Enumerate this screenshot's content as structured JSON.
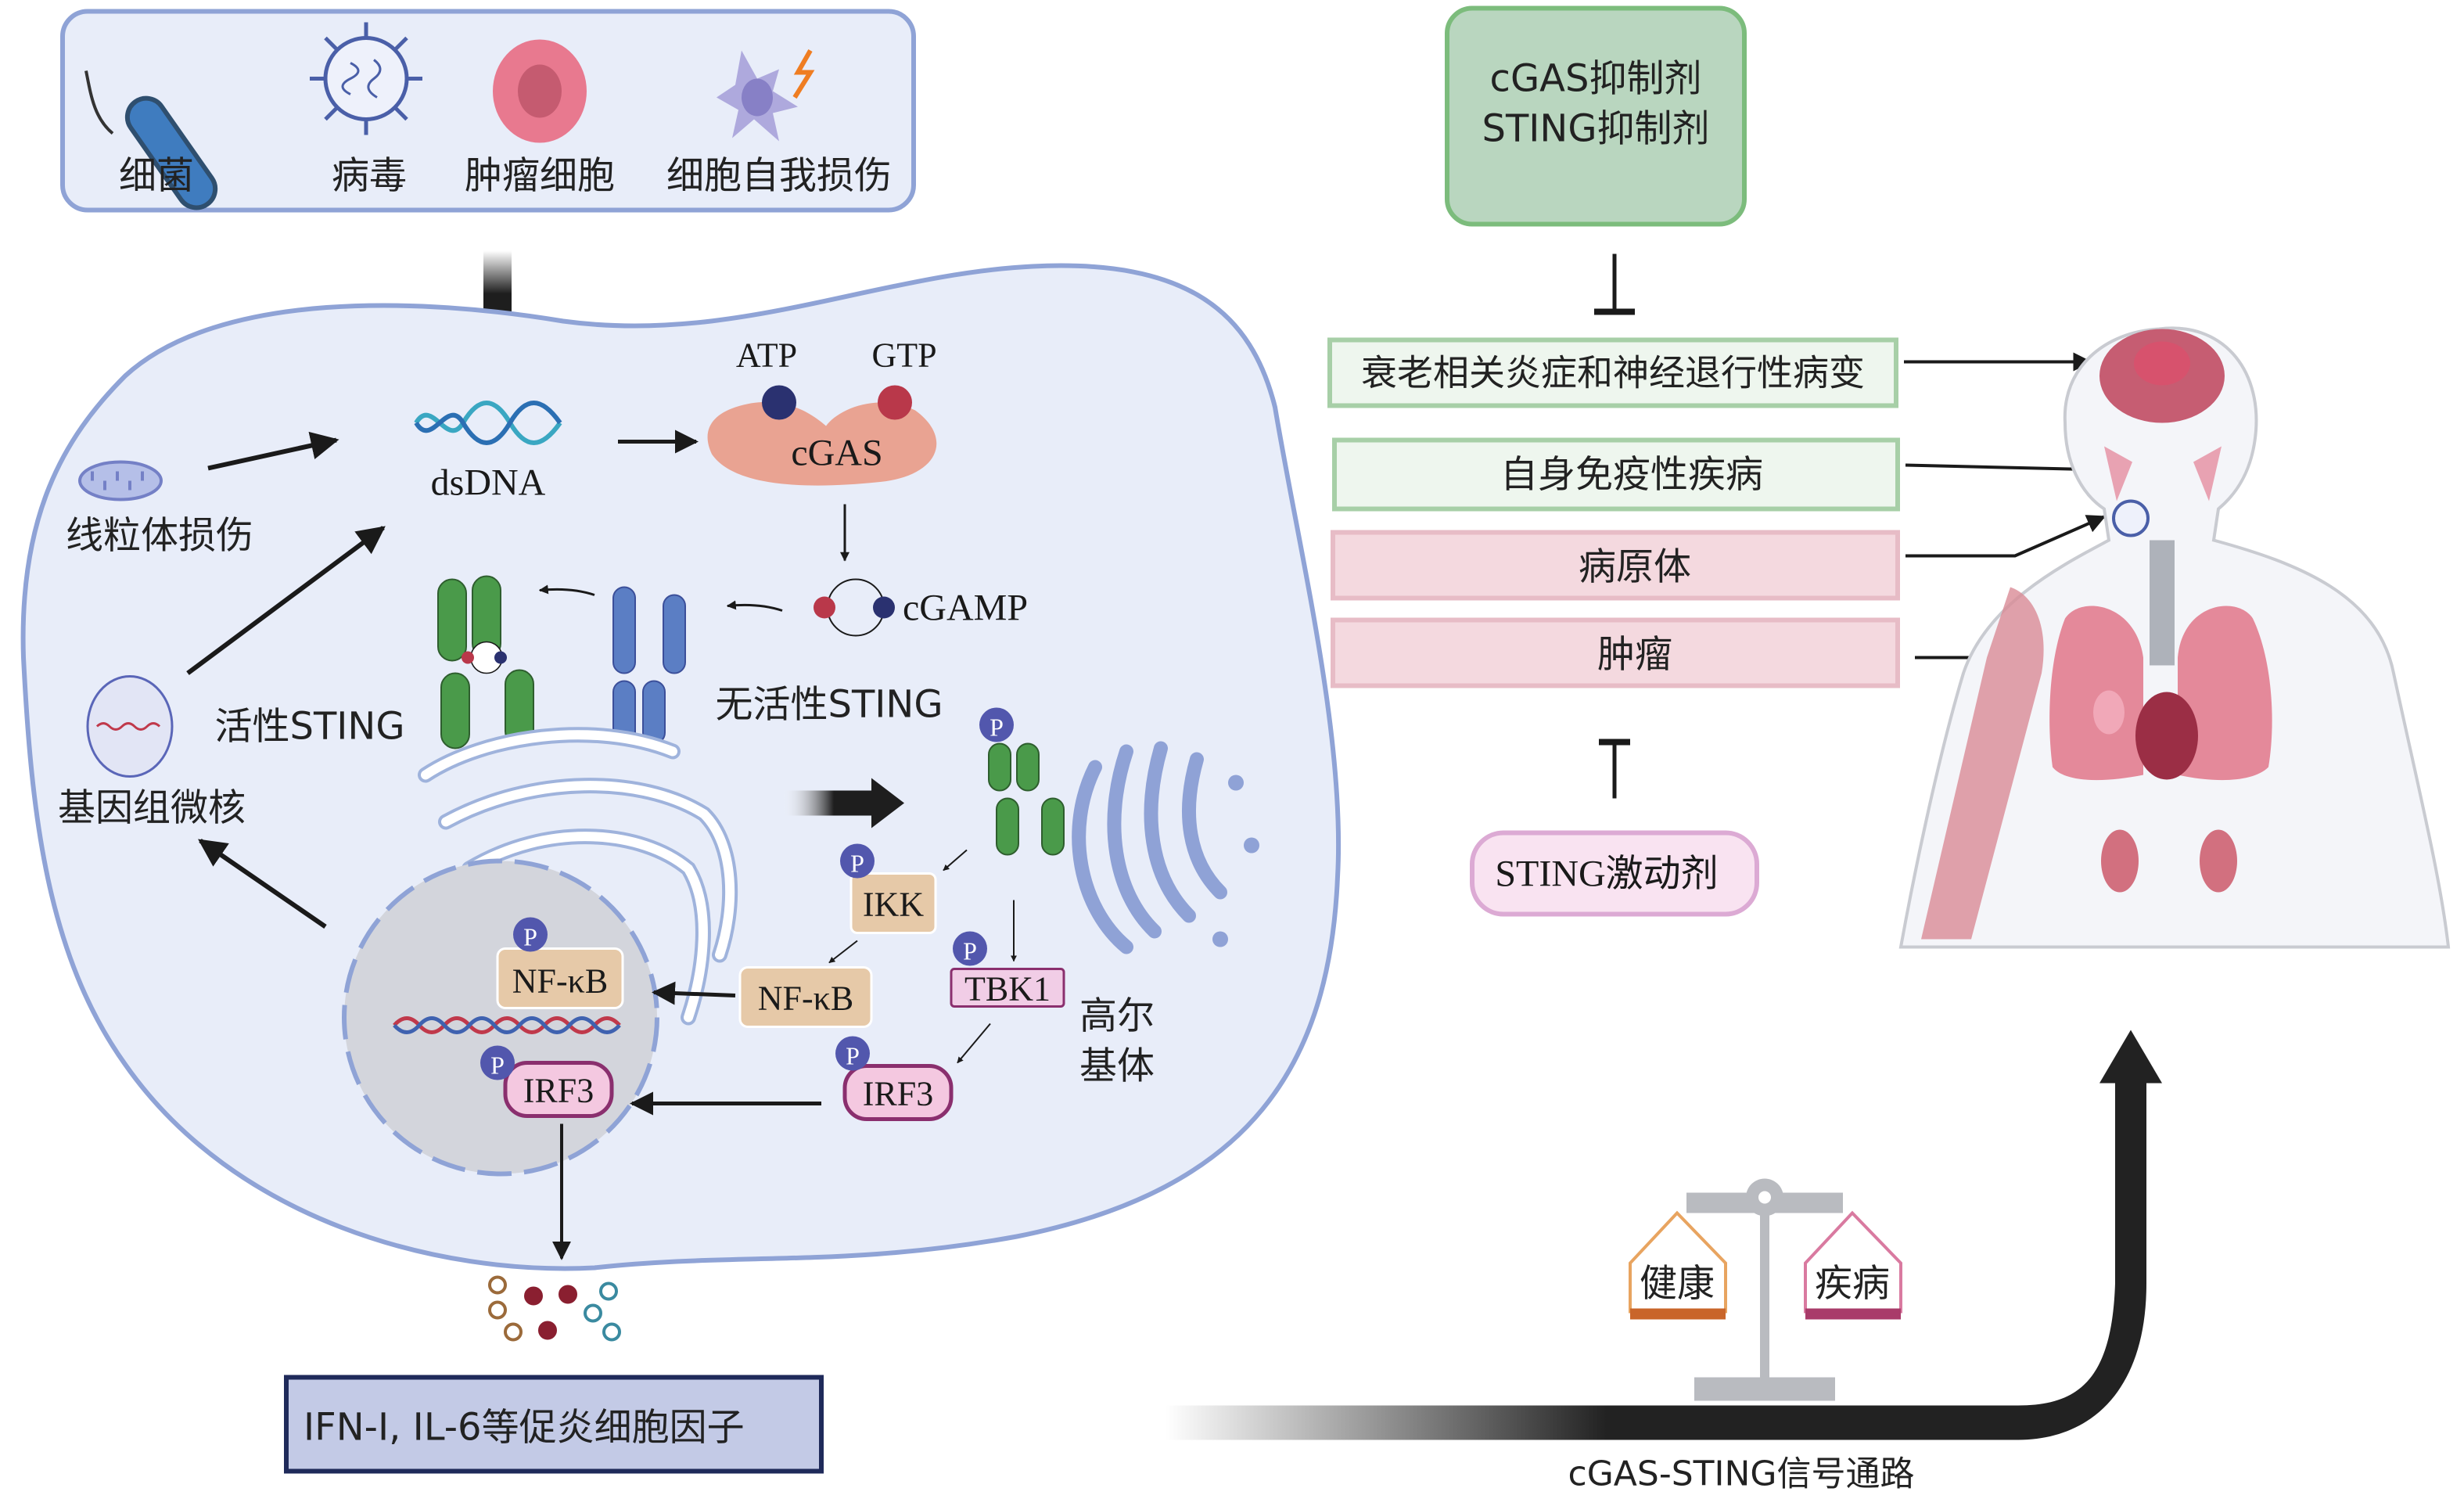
{
  "triggers": {
    "items": [
      {
        "label": "细菌",
        "icon": "bacterium-icon"
      },
      {
        "label": "病毒",
        "icon": "virus-icon"
      },
      {
        "label": "肿瘤细胞",
        "icon": "tumor-cell-icon"
      },
      {
        "label": "细胞自我损伤",
        "icon": "damaged-cell-icon"
      }
    ]
  },
  "cell": {
    "dsdna": "dsDNA",
    "atp": "ATP",
    "gtp": "GTP",
    "cgas": "cGAS",
    "cgamp": "cGAMP",
    "mito_damage": "线粒体损伤",
    "micronucleus": "基因组微核",
    "active_sting": "活性STING",
    "inactive_sting": "无活性STING",
    "golgi": [
      "高尔",
      "基体"
    ],
    "ikk": "IKK",
    "tbk1": "TBK1",
    "nfkb_cyto": "NF-κB",
    "nfkb_nuc": "NF-κB",
    "irf3_cyto": "IRF3",
    "irf3_nuc": "IRF3",
    "phospho": "P"
  },
  "output_box": "IFN-I, IL-6等促炎细胞因子",
  "right": {
    "inhibitors": [
      "cGAS抑制剂",
      "STING抑制剂"
    ],
    "diseases": [
      {
        "label": "衰老相关炎症和神经退行性病变",
        "kind": "green"
      },
      {
        "label": "自身免疫性疾病",
        "kind": "green"
      },
      {
        "label": "病原体",
        "kind": "pink"
      },
      {
        "label": "肿瘤",
        "kind": "pink"
      }
    ],
    "agonist": "STING激动剂",
    "balance": {
      "left": "健康",
      "right": "疾病"
    },
    "pathway_label": "cGAS-STING信号通路"
  },
  "colors": {
    "cell_fill": "#e8edf9",
    "cell_stroke": "#8fa3d6",
    "green_box": "#b9d6bf",
    "green_border": "#7cbc7c",
    "pink_box": "#f4d9df",
    "pink_border": "#e7bcc6",
    "agonist_fill": "#f9e3f1",
    "agonist_border": "#dcaad4",
    "output_fill": "#c3cae6",
    "output_border": "#1f2a5a"
  }
}
